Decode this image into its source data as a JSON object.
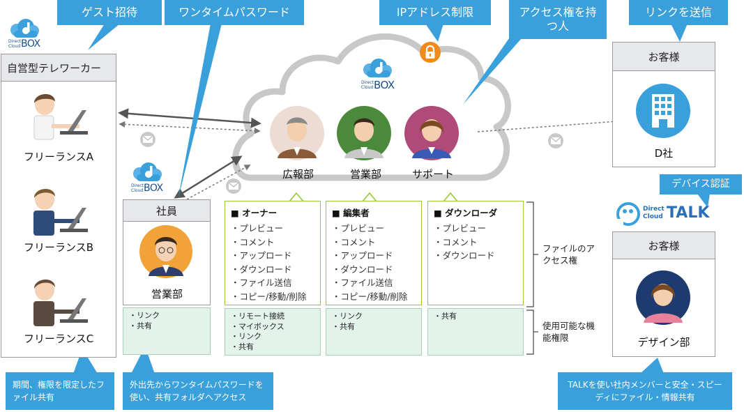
{
  "callouts": {
    "guest": "ゲスト招待",
    "otp": "ワンタイムパスワード",
    "ip": "IPアドレス制限",
    "access_holder": "アクセス権を持つ人",
    "send_link": "リンクを送信",
    "device_auth": "デバイス認証"
  },
  "logos": {
    "dcbox_text_1": "Direct",
    "dcbox_text_2": "Cloud",
    "dcbox_big": "BOX",
    "talk_line1": "Direct",
    "talk_line2": "Cloud",
    "talk_big": "TALK"
  },
  "left_panel": {
    "title": "自営型テレワーカー",
    "persons": [
      "フリーランスA",
      "フリーランスB",
      "フリーランスC"
    ]
  },
  "employee_panel": {
    "title": "社員",
    "person": "営業部",
    "features": [
      "・リンク",
      "・共有"
    ]
  },
  "cloud": {
    "members": [
      "広報部",
      "営業部",
      "サポート"
    ]
  },
  "roles": [
    {
      "header": "■ オーナー",
      "perms": [
        "・プレビュー",
        "・コメント",
        "・アップロード",
        "・ダウンロード",
        "・ファイル送信",
        "・コピー/移動/削除"
      ],
      "features": [
        "・リモート接続",
        "・マイボックス",
        "・リンク",
        "・共有"
      ]
    },
    {
      "header": "■ 編集者",
      "perms": [
        "・プレビュー",
        "・コメント",
        "・アップロード",
        "・ダウンロード",
        "・ファイル送信",
        "・コピー/移動/削除"
      ],
      "features": [
        "・リンク",
        "・共有"
      ]
    },
    {
      "header": "■ ダウンローダ",
      "perms": [
        "・プレビュー",
        "・コメント",
        "・ダウンロード"
      ],
      "features": [
        "・共有"
      ]
    }
  ],
  "side_labels": {
    "file_access": "ファイルのアクセス権",
    "features": "使用可能な機能権限"
  },
  "client_top": {
    "title": "お客様",
    "company": "D社"
  },
  "client_bottom": {
    "title": "お客様",
    "person": "デザイン部"
  },
  "bottom_notes": {
    "left": "期間、権限を限定したファイル共有",
    "middle": "外出先からワンタイムパスワードを使い、共有フォルダへアクセス",
    "right": "TALKを使い社内メンバーと安全・スピーディにファイル・情報共有"
  },
  "colors": {
    "accent": "#3aa0dc",
    "green": "#95c83c",
    "feature_bg": "#e3f2ea",
    "lock": "#f08a1c"
  }
}
